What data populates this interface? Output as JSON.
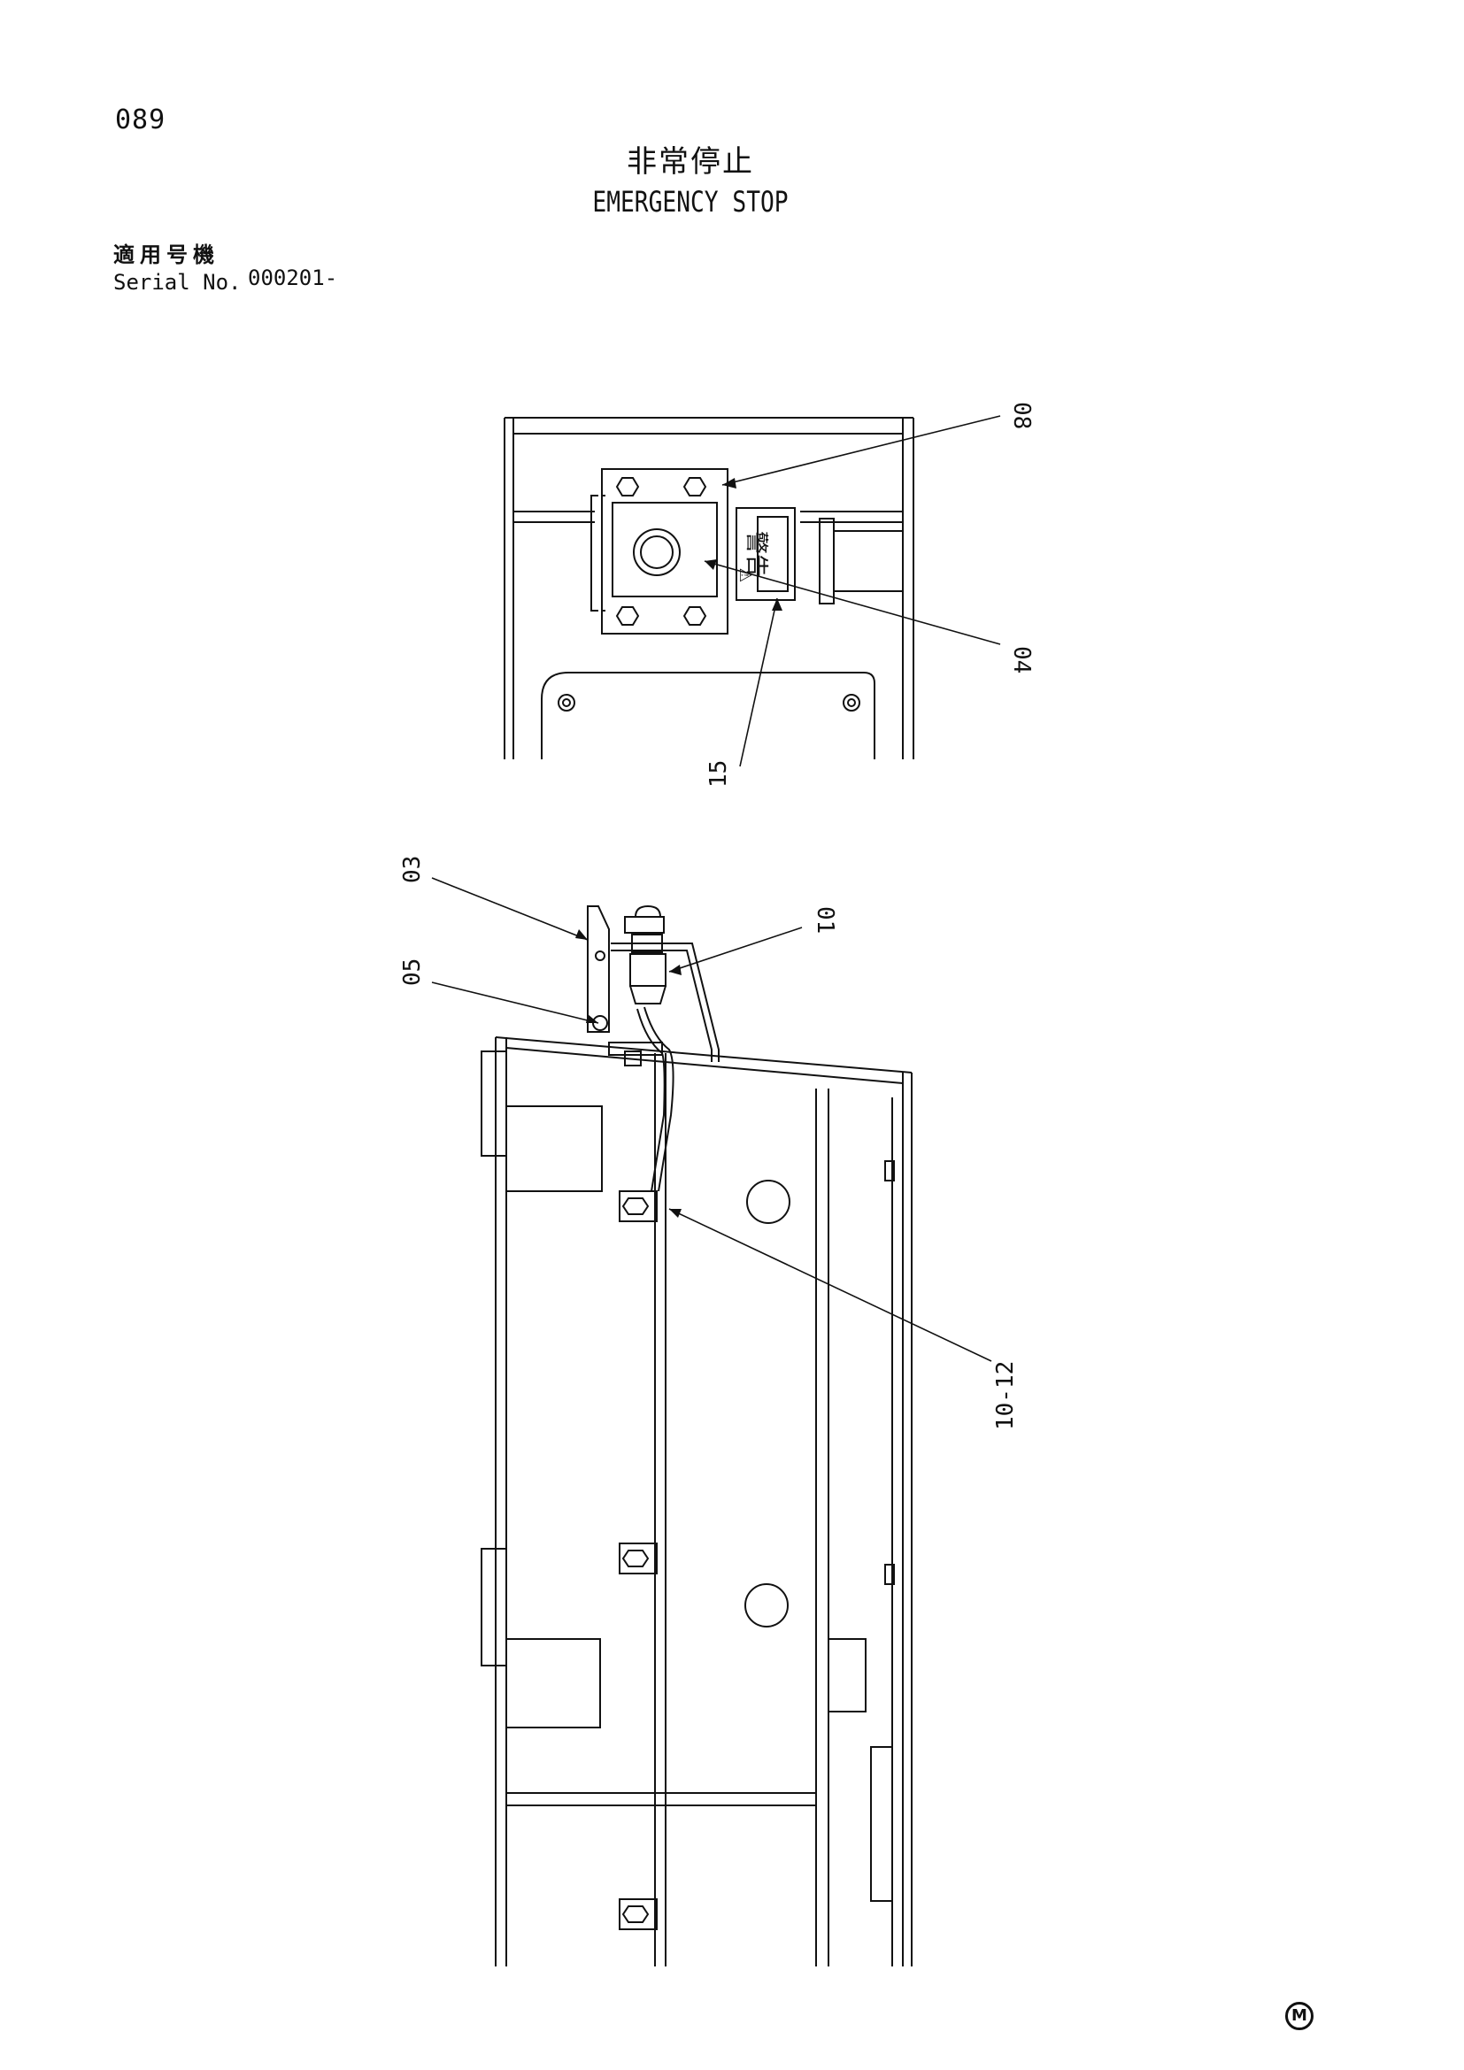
{
  "page": {
    "number": "089",
    "title_jp": "非常停止",
    "title_en": "EMERGENCY STOP"
  },
  "serial": {
    "label_jp": "適用号機",
    "label_en": "Serial No.",
    "value": "000201-"
  },
  "callouts": {
    "c08": "08",
    "c04": "04",
    "c15": "15",
    "c03": "03",
    "c05": "05",
    "c01": "01",
    "c1012": "10-12"
  },
  "label_plate": {
    "text": "警告",
    "warning_symbol": "⚠"
  },
  "footer": {
    "mark": "M"
  }
}
